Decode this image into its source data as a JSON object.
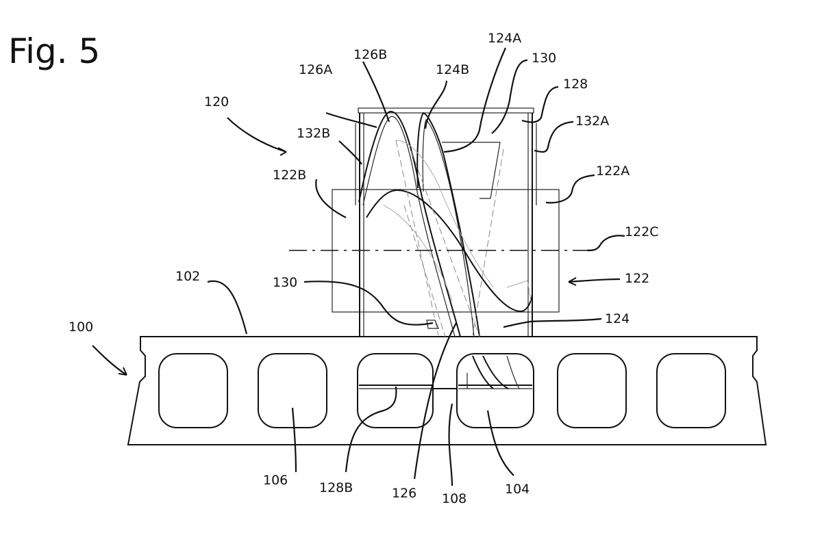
{
  "figure": {
    "title": "Fig. 5"
  },
  "labels": {
    "l100": "100",
    "l102": "102",
    "l104": "104",
    "l106": "106",
    "l108": "108",
    "l120": "120",
    "l122": "122",
    "l122A": "122A",
    "l122B": "122B",
    "l122C": "122C",
    "l124": "124",
    "l124A": "124A",
    "l124B": "124B",
    "l126": "126",
    "l126A": "126A",
    "l126B": "126B",
    "l128": "128",
    "l128B": "128B",
    "l130_top": "130",
    "l130_mid": "130",
    "l132A": "132A",
    "l132B": "132B"
  }
}
